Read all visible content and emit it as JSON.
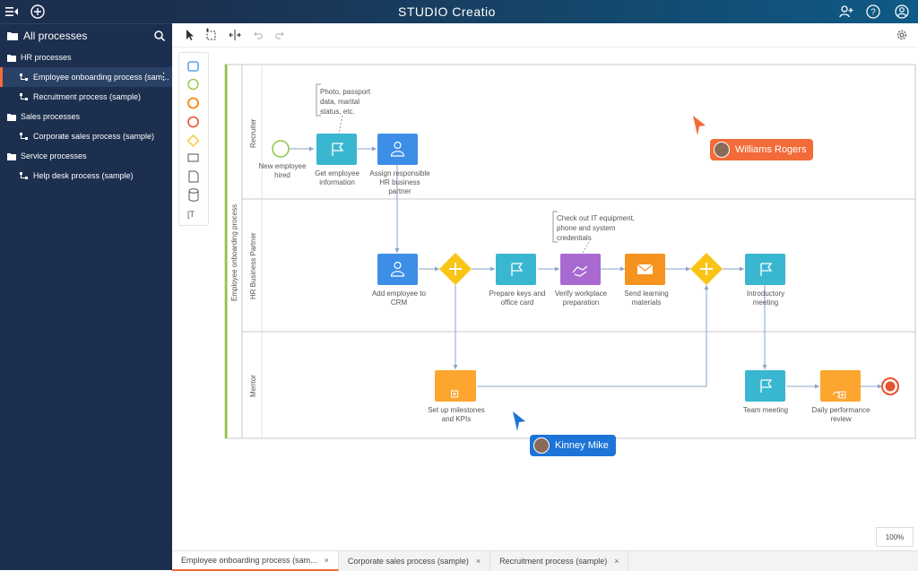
{
  "app": {
    "brand": "STUDIO Creatio"
  },
  "sidebar": {
    "title": "All processes",
    "items": [
      {
        "type": "folder",
        "label": "HR processes"
      },
      {
        "type": "process",
        "label": "Employee onboarding process (sam...",
        "active": true
      },
      {
        "type": "process",
        "label": "Recruitment process (sample)"
      },
      {
        "type": "folder",
        "label": "Sales processes"
      },
      {
        "type": "process",
        "label": "Corporate sales process (sample)"
      },
      {
        "type": "folder",
        "label": "Service processes"
      },
      {
        "type": "process",
        "label": "Help desk process (sample)"
      }
    ]
  },
  "diagram": {
    "pool_label": "Employee onboarding process",
    "lanes": [
      "Recruiter",
      "HR Business Partner",
      "Mentor"
    ],
    "nodes": {
      "start": "New employee hired",
      "get_info": "Get employee information",
      "assign": "Assign responsible HR business partner",
      "add_crm": "Add employee to CRM",
      "prepare_keys": "Prepare keys and office card",
      "verify": "Verify workplace preparation",
      "send_materials": "Send learning materials",
      "intro_meeting": "Introductory meeting",
      "milestones": "Set up milestones and KPIs",
      "team_meeting": "Team meeting",
      "daily_review": "Daily performance review"
    },
    "notes": {
      "note1": "Photo, passport data, marital status, etc.",
      "note2": "Check out IT equipment, phone and system credentials"
    },
    "colors": {
      "task_teal": "#3ab7d0",
      "user_task_blue": "#3d8ee6",
      "gateway_yellow": "#f9c416",
      "subprocess_orange": "#fca62f",
      "purple_task": "#a86ad1",
      "email_orange": "#f6931f",
      "start_green": "#8dc63f",
      "end_red": "#e8542f",
      "cursor_orange": "#f26b38",
      "cursor_blue": "#1d74d6"
    }
  },
  "collaborators": [
    {
      "name": "Williams Rogers",
      "color": "#f26b38"
    },
    {
      "name": "Kinney Mike",
      "color": "#1d74d6"
    }
  ],
  "zoom": "100%",
  "tabs": [
    {
      "label": "Employee onboarding process (sam...",
      "active": true
    },
    {
      "label": "Corporate sales process (sample)"
    },
    {
      "label": "Recruitment process (sample)"
    }
  ]
}
